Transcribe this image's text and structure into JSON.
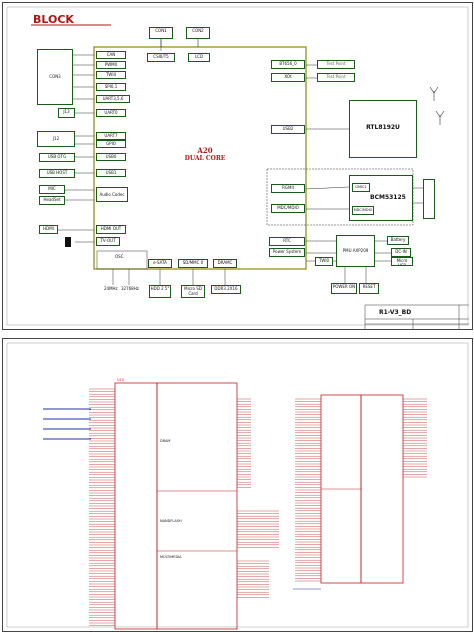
{
  "block": {
    "title": "BLOCK",
    "cpu": {
      "line1": "A20",
      "line2": "DUAL CORE"
    },
    "top": {
      "con1": "CON1",
      "con2": "CON2",
      "csi": "CSI0/T5",
      "lcd": "LCD"
    },
    "con3": "CON3",
    "j13": "J13",
    "j12": "J12",
    "left_ports": [
      "CAN",
      "PWM0",
      "TWI4",
      "SPI0,1",
      "UART3,5,6",
      "UART0"
    ],
    "left_ports2": [
      "UART7",
      "GPIO",
      "USB0",
      "USB1"
    ],
    "usb_otg": "USB OTG",
    "usb_host": "USB HOST",
    "mic": "MIC",
    "headset": "HeadSet",
    "audio_codec": "Audio Codec",
    "hdmi": "HDMI",
    "hdmi_out": "HDMI OUT",
    "tv_out": "TV-OUT",
    "osc": "OSC",
    "osc_freqs": [
      "24MHz",
      "32768Hz"
    ],
    "bottom": {
      "sata": "e-SATA",
      "sdmmc": "SD/MMC 0",
      "dram": "DRAMC",
      "hdd": "HDD 2.5\"",
      "microsd": "Micro SD Card",
      "ddr": "DDR3 2X16"
    },
    "right_ports": {
      "bt656": "BT656_0",
      "xot": "XOt",
      "usb2": "USB2",
      "rgmii": "RGMII",
      "mdc": "MDC/MDIO",
      "rtc": "RTC",
      "power": "Power System",
      "twi0": "TWI0"
    },
    "test_points": [
      "Test Point",
      "Test Point"
    ],
    "wifi": "RTL8192U",
    "phy": "BCM53125",
    "phy_ports": [
      "GMIC1",
      "MDC/MDIO"
    ],
    "pmu": "PMU AXP209",
    "battery": "Battery",
    "dcin": "DC-IN",
    "micro_usb": "Micro USB",
    "power_on": "POWER ON",
    "reset": "RESET",
    "titleblock": {
      "project": "R1-V3_BD"
    }
  },
  "schematic": {
    "chip_label": "U10",
    "blocks": [
      "DRAM",
      "NANDFLASH",
      "MULTIMEDIA"
    ]
  },
  "colors": {
    "border": "#1a5a1a",
    "title_red": "#b01515",
    "wire_red": "#c02020",
    "wire_blue": "#2030a0"
  }
}
